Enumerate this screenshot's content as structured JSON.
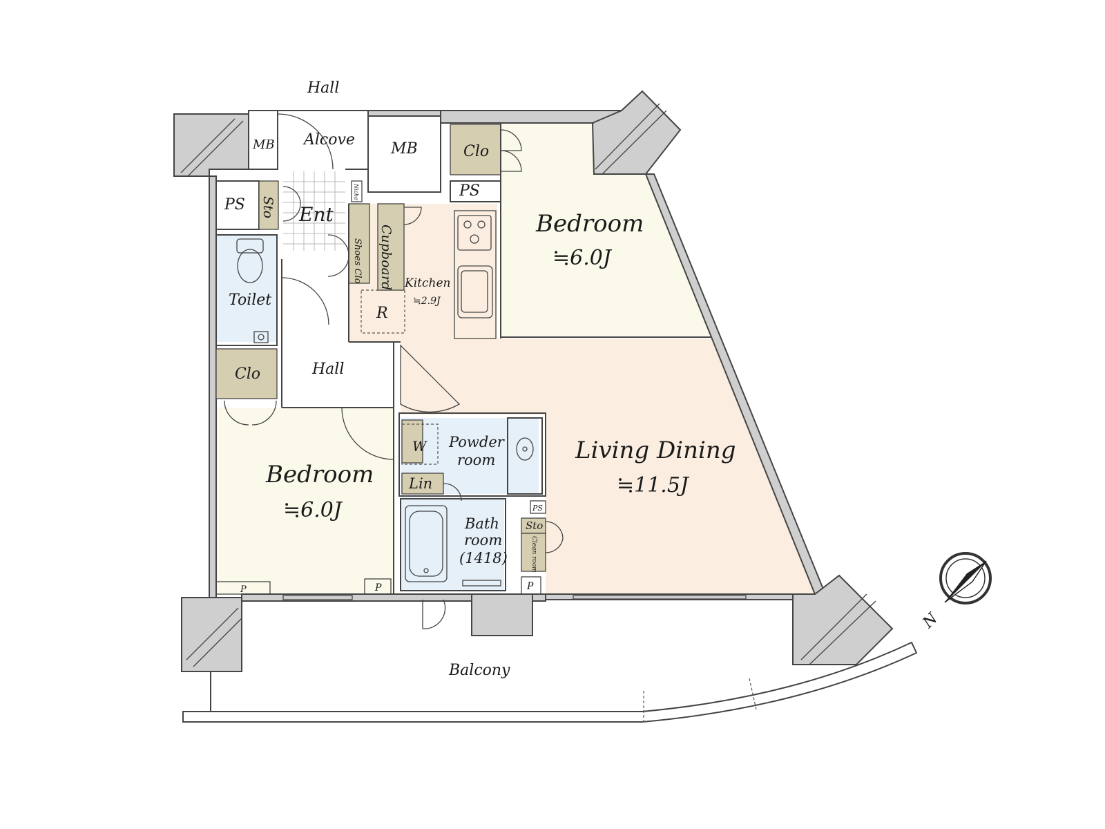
{
  "colors": {
    "living": "#fbeee0",
    "bedroom": "#fbf9ea",
    "wet": "#e6f0f8",
    "storage": "#d6ceb1",
    "wall": "#cfcfcf"
  },
  "labels": {
    "hall_top": "Hall",
    "mb_left": "MB",
    "alcove": "Alcove",
    "mb_right": "MB",
    "clo_top": "Clo",
    "ps_top": "PS",
    "niche": "Niche",
    "ps_left": "PS",
    "sto_left": "Sto",
    "ent": "Ent",
    "shoes_clo": "Shoes Clo",
    "cupboard": "Cupboard",
    "kitchen": "Kitchen",
    "kitchen_size": "≒2.9J",
    "refrigerator": "R",
    "bedroom_top": "Bedroom",
    "bedroom_top_size": "≒6.0J",
    "toilet": "Toilet",
    "hall_inner": "Hall",
    "clo_left": "Clo",
    "bedroom_left": "Bedroom",
    "bedroom_left_size": "≒6.0J",
    "washer": "W",
    "powder_room_1": "Powder",
    "powder_room_2": "room",
    "linen": "Lin",
    "ps_bath": "PS",
    "sto_right": "Sto",
    "clean_room": "Clean room",
    "bath_1": "Bath",
    "bath_2": "room",
    "bath_3": "(1418)",
    "living": "Living Dining",
    "living_size": "≒11.5J",
    "p1": "P",
    "p2": "P",
    "p3": "P",
    "balcony": "Balcony",
    "north": "N"
  },
  "icons": [
    "compass-icon",
    "stove-icon",
    "sink-icon",
    "toilet-icon",
    "bathtub-icon",
    "washbasin-icon"
  ]
}
